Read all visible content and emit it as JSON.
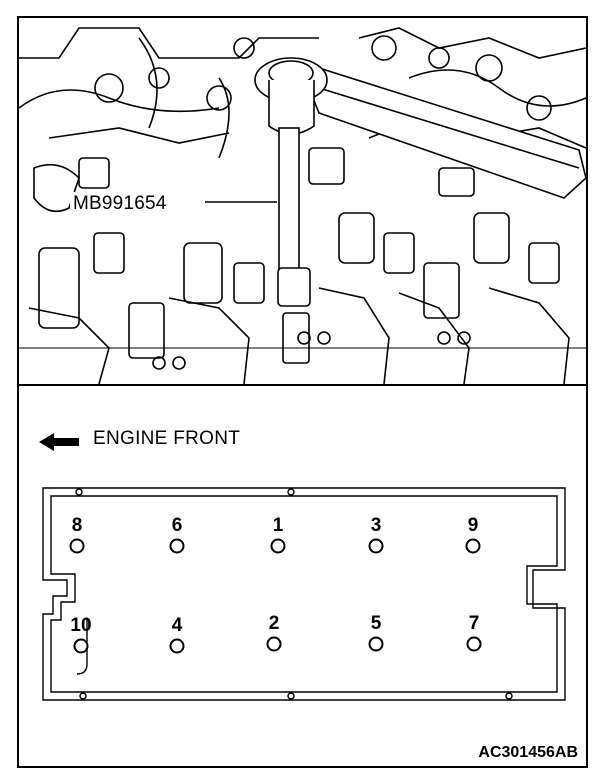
{
  "tool_label": "MB991654",
  "engine_front_label": "ENGINE FRONT",
  "figure_code": "AC301456AB",
  "bolts_top_row": [
    "8",
    "6",
    "1",
    "3",
    "9"
  ],
  "bolts_bottom_row": [
    "10",
    "4",
    "2",
    "5",
    "7"
  ]
}
